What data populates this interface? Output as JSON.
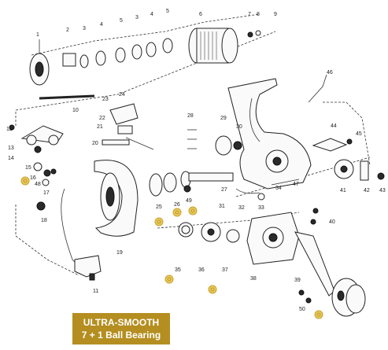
{
  "banner": {
    "line1": "ULTRA-SMOOTH",
    "line2": "7 + 1 Ball Bearing"
  },
  "part_numbers": [
    "1",
    "2",
    "3",
    "4",
    "5",
    "3",
    "4",
    "5",
    "6",
    "7",
    "8",
    "9",
    "10",
    "11",
    "12",
    "13",
    "14",
    "15",
    "16",
    "17",
    "18",
    "19",
    "20",
    "21",
    "22",
    "23",
    "24",
    "25",
    "26",
    "27",
    "28",
    "29",
    "30",
    "31",
    "32",
    "33",
    "34",
    "35",
    "36",
    "37",
    "38",
    "39",
    "40",
    "41",
    "42",
    "43",
    "44",
    "45",
    "46",
    "47",
    "48",
    "49",
    "50"
  ],
  "colors": {
    "bearing_highlight": "#e8c95a",
    "banner_background": "#b48e20",
    "banner_text": "#ffffff",
    "line": "#333333"
  }
}
